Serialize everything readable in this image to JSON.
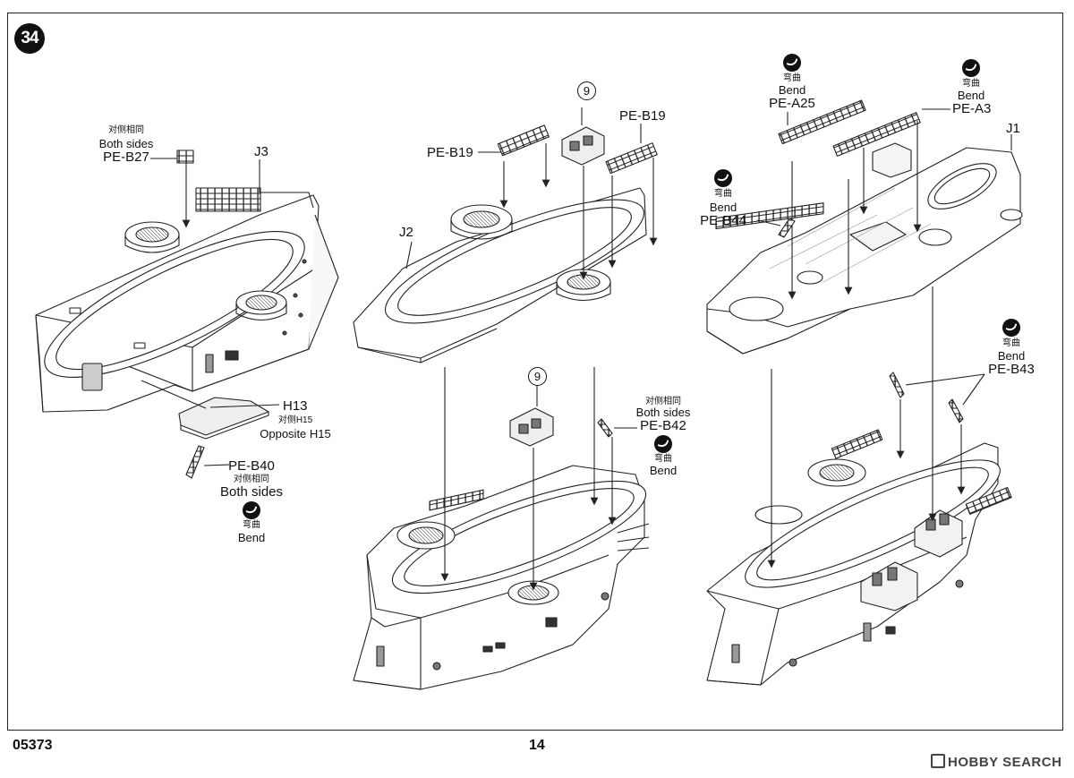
{
  "step": "34",
  "footer": {
    "code": "05373",
    "page": "14",
    "watermark": "HOBBY SEARCH"
  },
  "parts": {
    "j1": "J1",
    "j2": "J2",
    "j3": "J3",
    "h13": "H13",
    "h15_zh": "对侧H15",
    "h15_en": "Opposite H15",
    "pe_b27": "PE-B27",
    "pe_b40": "PE-B40",
    "pe_b19_left": "PE-B19",
    "pe_b19_right": "PE-B19",
    "pe_b42": "PE-B42",
    "pe_b43": "PE-B43",
    "pe_b44": "PE-B44",
    "pe_a25": "PE-A25",
    "pe_a3": "PE-A3",
    "ref9_top": "9",
    "ref9_bottom": "9"
  },
  "notes": {
    "both_sides_zh": "对侧相同",
    "both_sides_en": "Both sides",
    "bend_zh": "弯曲",
    "bend_en": "Bend"
  }
}
